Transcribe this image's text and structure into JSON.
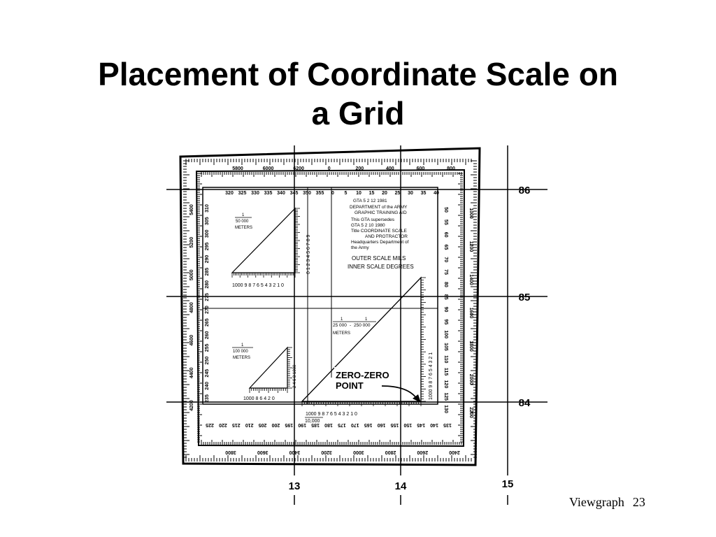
{
  "slide": {
    "title_line1": "Placement of Coordinate Scale on",
    "title_line2": "a Grid",
    "footer_label": "Viewgraph",
    "footer_page": "23"
  },
  "grid": {
    "easting_labels": [
      "13",
      "14",
      "15"
    ],
    "northing_labels": [
      "86",
      "85",
      "84"
    ]
  },
  "protractor": {
    "top_mils": [
      "5800",
      "6000",
      "6200",
      "0",
      "200",
      "400",
      "600",
      "800"
    ],
    "left_mils": [
      "5400",
      "5200",
      "5000",
      "4800",
      "4600",
      "4400",
      "4200"
    ],
    "right_mils": [
      "1000",
      "1200",
      "1400",
      "1600",
      "1800",
      "2000",
      "2200"
    ],
    "bottom_mils": [
      "3800",
      "3600",
      "3400",
      "3200",
      "3000",
      "2800",
      "2600",
      "2400"
    ],
    "top_degrees": [
      "320",
      "325",
      "330",
      "335",
      "340",
      "345",
      "350",
      "355",
      "0",
      "5",
      "10",
      "15",
      "20",
      "25",
      "30",
      "35",
      "40"
    ],
    "left_degrees": [
      "310",
      "305",
      "300",
      "295",
      "290",
      "285",
      "280",
      "275",
      "270",
      "265",
      "260",
      "255",
      "250",
      "245",
      "240",
      "235"
    ],
    "right_degrees": [
      "50",
      "55",
      "60",
      "65",
      "70",
      "75",
      "80",
      "85",
      "90",
      "95",
      "100",
      "105",
      "110",
      "115",
      "120",
      "125",
      "130"
    ],
    "bottom_degrees": [
      "225",
      "220",
      "215",
      "210",
      "205",
      "200",
      "195",
      "190",
      "185",
      "180",
      "175",
      "170",
      "165",
      "160",
      "155",
      "150",
      "145",
      "140",
      "135"
    ],
    "info_lines": [
      "GTA 5 2 12  1981",
      "DEPARTMENT of the ARMY",
      "GRAPHIC TRAINING AID",
      "This GTA supersedes",
      "GTA 5 2 10  1980",
      "Title  COORDINATE SCALE",
      "AND PROTRACTOR",
      "Headquarters Department of",
      "the Army"
    ],
    "outer_scale": "OUTER SCALE    MILS",
    "inner_scale": "INNER SCALE    DEGREES",
    "scale_50k_num": "1",
    "scale_50k_den": "50 000",
    "scale_100k_num": "1",
    "scale_100k_den": "100 000",
    "scale_25k_num": "1",
    "scale_25k_den": "25 000",
    "scale_250k_num": "1",
    "scale_250k_den": "250 000",
    "meters": "METERS",
    "scale_50k_digits": "1000 9 8 7 6 5 4 3 2 1 0",
    "scale_50k_vert": "0 1 2 3 4 5 6 7 8 9",
    "scale_100k_digits": "1000  8  6  4  2  0",
    "scale_100k_vert": "2 4 6 8 1000",
    "scale_25k_bottom": "1000   9   8   7   6   5   4   3   2   1   0",
    "scale_25k_vert": "1000   9   8   7   6   5   4   3   2   1",
    "scale_25k_base": "10,000",
    "zero_line1": "ZERO-ZERO",
    "zero_line2": "POINT"
  }
}
